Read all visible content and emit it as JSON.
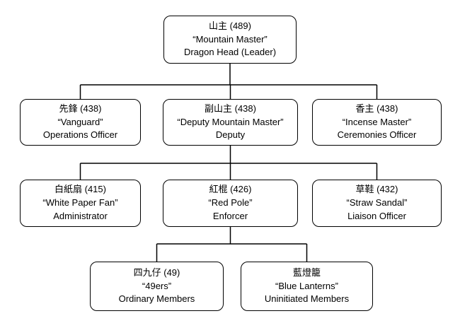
{
  "diagram": {
    "title": "Triad organization hierarchy chart",
    "nodes": [
      {
        "id": "dragon-head",
        "title": "山主 (489)",
        "nickname": "“Mountain Master”",
        "role": "Dragon Head (Leader)"
      },
      {
        "id": "operations-officer",
        "title": "先鋒 (438)",
        "nickname": "“Vanguard”",
        "role": "Operations Officer"
      },
      {
        "id": "deputy",
        "title": "副山主 (438)",
        "nickname": "“Deputy Mountain Master”",
        "role": "Deputy"
      },
      {
        "id": "ceremonies-officer",
        "title": "香主 (438)",
        "nickname": "“Incense Master”",
        "role": "Ceremonies Officer"
      },
      {
        "id": "administrator",
        "title": "白紙扇 (415)",
        "nickname": "“White Paper Fan”",
        "role": "Administrator"
      },
      {
        "id": "enforcer",
        "title": "紅棍 (426)",
        "nickname": "“Red Pole”",
        "role": "Enforcer"
      },
      {
        "id": "liaison-officer",
        "title": "草鞋 (432)",
        "nickname": "“Straw Sandal”",
        "role": "Liaison Officer"
      },
      {
        "id": "ordinary-members",
        "title": "四九仔 (49)",
        "nickname": "“49ers”",
        "role": "Ordinary Members"
      },
      {
        "id": "uninitiated-members",
        "title": "藍燈籠",
        "nickname": "“Blue Lanterns”",
        "role": "Uninitiated Members"
      }
    ],
    "edges": [
      {
        "from": "dragon-head",
        "to": "operations-officer"
      },
      {
        "from": "dragon-head",
        "to": "deputy"
      },
      {
        "from": "dragon-head",
        "to": "ceremonies-officer"
      },
      {
        "from": "deputy",
        "to": "administrator"
      },
      {
        "from": "deputy",
        "to": "enforcer"
      },
      {
        "from": "deputy",
        "to": "liaison-officer"
      },
      {
        "from": "enforcer",
        "to": "ordinary-members"
      },
      {
        "from": "enforcer",
        "to": "uninitiated-members"
      }
    ],
    "line_color": "#000000",
    "box_fill": "#ffffff"
  }
}
